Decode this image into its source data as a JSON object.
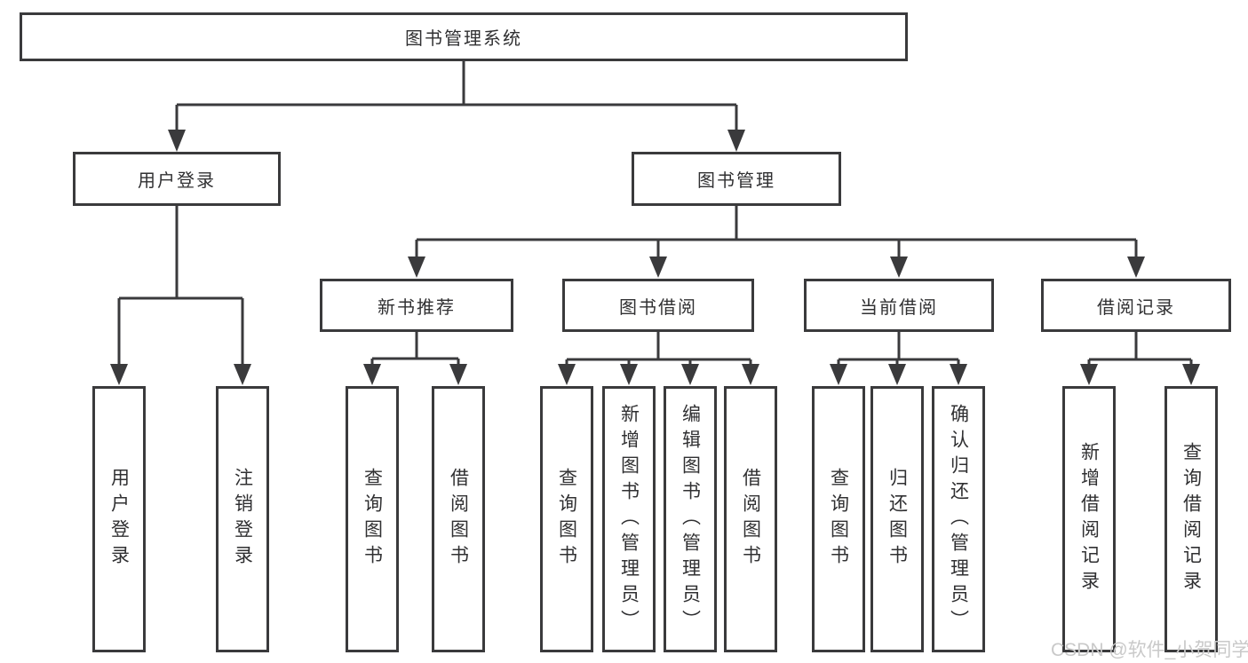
{
  "tree": {
    "root": {
      "label": "图书管理系统",
      "children": [
        {
          "label": "用户登录",
          "children": [
            {
              "label": "用户登录"
            },
            {
              "label": "注销登录"
            }
          ]
        },
        {
          "label": "图书管理",
          "children": [
            {
              "label": "新书推荐",
              "children": [
                {
                  "label": "查询图书"
                },
                {
                  "label": "借阅图书"
                }
              ]
            },
            {
              "label": "图书借阅",
              "children": [
                {
                  "label": "查询图书"
                },
                {
                  "label": "新增图书（管理员）"
                },
                {
                  "label": "编辑图书（管理员）"
                },
                {
                  "label": "借阅图书"
                }
              ]
            },
            {
              "label": "当前借阅",
              "children": [
                {
                  "label": "查询图书"
                },
                {
                  "label": "归还图书"
                },
                {
                  "label": "确认归还（管理员）"
                }
              ]
            },
            {
              "label": "借阅记录",
              "children": [
                {
                  "label": "新增借阅记录"
                },
                {
                  "label": "查询借阅记录"
                }
              ]
            }
          ]
        }
      ]
    }
  },
  "watermark": "CSDN @软件_小贺同学",
  "colors": {
    "line": "#3a3a3c",
    "text": "#303032",
    "watermark": "#c9c9c9",
    "background": "#ffffff"
  }
}
